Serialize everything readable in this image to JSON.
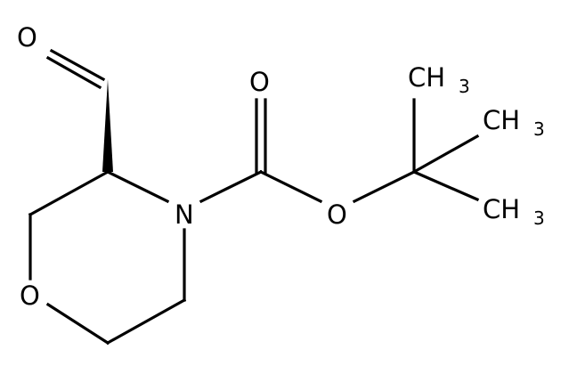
{
  "atoms": {
    "aldehyde_o": "O",
    "carbonyl_o": "O",
    "ester_o": "O",
    "nitrogen": "N",
    "ring_o": "O",
    "methyl_top": "CH3",
    "methyl_mid": "CH3",
    "methyl_bot": "CH3"
  },
  "methyl": {
    "element": "CH",
    "subscript": "3"
  },
  "colors": {
    "bond": "#000000",
    "text": "#000000",
    "background": "#ffffff"
  }
}
